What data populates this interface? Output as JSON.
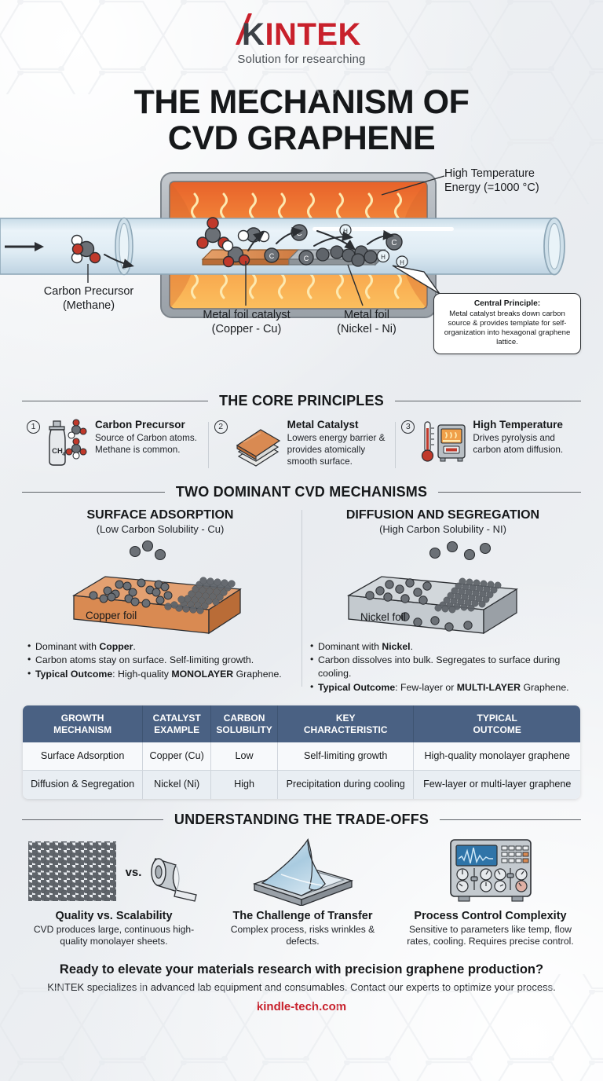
{
  "brand": {
    "name_part1": "K",
    "name_part2": "INTEK",
    "tagline": "Solution for researching"
  },
  "title": {
    "line1": "THE MECHANISM OF",
    "line2": "CVD GRAPHENE"
  },
  "diagram": {
    "label_temperature": "High Temperature",
    "label_temperature_2": "Energy (=1000 °C)",
    "label_precursor": "Carbon Precursor",
    "label_precursor_2": "(Methane)",
    "label_copper": "Metal foil catalyst",
    "label_copper_2": "(Copper - Cu)",
    "label_nickel": "Metal foil",
    "label_nickel_2": "(Nickel - Ni)",
    "atom_c": "C",
    "atom_h": "H",
    "callout_title": "Central Principle:",
    "callout_body": "Metal catalyst breaks down carbon source & provides template for self-organization into hexagonal graphene lattice."
  },
  "core_principles": {
    "heading": "THE CORE PRINCIPLES",
    "items": [
      {
        "num": "1",
        "title": "Carbon Precursor",
        "desc": "Source of Carbon atoms. Methane is common.",
        "icon": "methane-cylinder-icon",
        "cylinder_label": "CH",
        "cylinder_sub": "4"
      },
      {
        "num": "2",
        "title": "Metal Catalyst",
        "desc": "Lowers energy barrier & provides atomically smooth surface.",
        "icon": "copper-sheets-icon"
      },
      {
        "num": "3",
        "title": "High Temperature",
        "desc": "Drives pyrolysis and carbon atom diffusion.",
        "icon": "furnace-thermometer-icon"
      }
    ]
  },
  "mechanisms": {
    "heading": "TWO DOMINANT CVD MECHANISMS",
    "columns": [
      {
        "title": "SURFACE ADSORPTION",
        "subtitle": "(Low Carbon Solubility - Cu)",
        "foil_label": "Copper foil",
        "bullets": [
          {
            "pre": "Dominant with ",
            "bold": "Copper",
            "post": "."
          },
          {
            "pre": "Carbon atoms stay on surface. Self-limiting growth.",
            "bold": "",
            "post": ""
          },
          {
            "pre": "",
            "bold": "Typical Outcome",
            "post": ": High-quality MONOLAYER Graphene."
          }
        ]
      },
      {
        "title": "DIFFUSION AND SEGREGATION",
        "subtitle": "(High Carbon Solubility - NI)",
        "foil_label": "Nickel foil",
        "bullets": [
          {
            "pre": "Dominant with ",
            "bold": "Nickel",
            "post": "."
          },
          {
            "pre": "Carbon dissolves into bulk. Segregates to surface during cooling.",
            "bold": "",
            "post": ""
          },
          {
            "pre": "",
            "bold": "Typical Outcome",
            "post": ": Few-layer or MULTI-LAYER Graphene."
          }
        ]
      }
    ]
  },
  "table": {
    "headers": [
      "GROWTH MECHANISM",
      "CATALYST EXAMPLE",
      "CARBON SOLUBILITY",
      "KEY CHARACTERISTIC",
      "TYPICAL OUTCOME"
    ],
    "headers_split": [
      [
        "GROWTH",
        "MECHANISM"
      ],
      [
        "CATALYST",
        "EXAMPLE"
      ],
      [
        "CARBON",
        "SOLUBILITY"
      ],
      [
        "KEY",
        "CHARACTERISTIC"
      ],
      [
        "TYPICAL",
        "OUTCOME"
      ]
    ],
    "rows": [
      {
        "mechanism": "Surface Adsorption",
        "catalyst": "Copper (Cu)",
        "solubility": "Low",
        "characteristic": "Self-limiting growth",
        "outcome": "High-quality monolayer graphene"
      },
      {
        "mechanism": "Diffusion & Segregation",
        "catalyst": "Nickel (Ni)",
        "solubility": "High",
        "characteristic": "Precipitation during cooling",
        "outcome": "Few-layer or multi-layer graphene"
      }
    ]
  },
  "tradeoffs": {
    "heading": "UNDERSTANDING THE TRADE-OFFS",
    "vs_label": "vs.",
    "items": [
      {
        "title": "Quality vs. Scalability",
        "desc": "CVD produces large, continuous high-quality monolayer sheets.",
        "icon": "graphene-sheet-vs-roll-icon"
      },
      {
        "title": "The Challenge of Transfer",
        "desc": "Complex process, risks wrinkles & defects.",
        "icon": "film-transfer-icon"
      },
      {
        "title": "Process Control Complexity",
        "desc": "Sensitive to parameters like temp, flow rates, cooling. Requires precise control.",
        "icon": "control-panel-icon"
      }
    ]
  },
  "footer": {
    "cta": "Ready to elevate your materials research with precision graphene production?",
    "sub": "KINTEK specializes in advanced lab equipment and consumables. Contact our experts to optimize your process.",
    "url": "kindle-tech.com"
  },
  "colors": {
    "brand_red": "#c8202b",
    "table_header": "#4a6183",
    "copper": "#d98a52",
    "nickel": "#a8adb2"
  }
}
